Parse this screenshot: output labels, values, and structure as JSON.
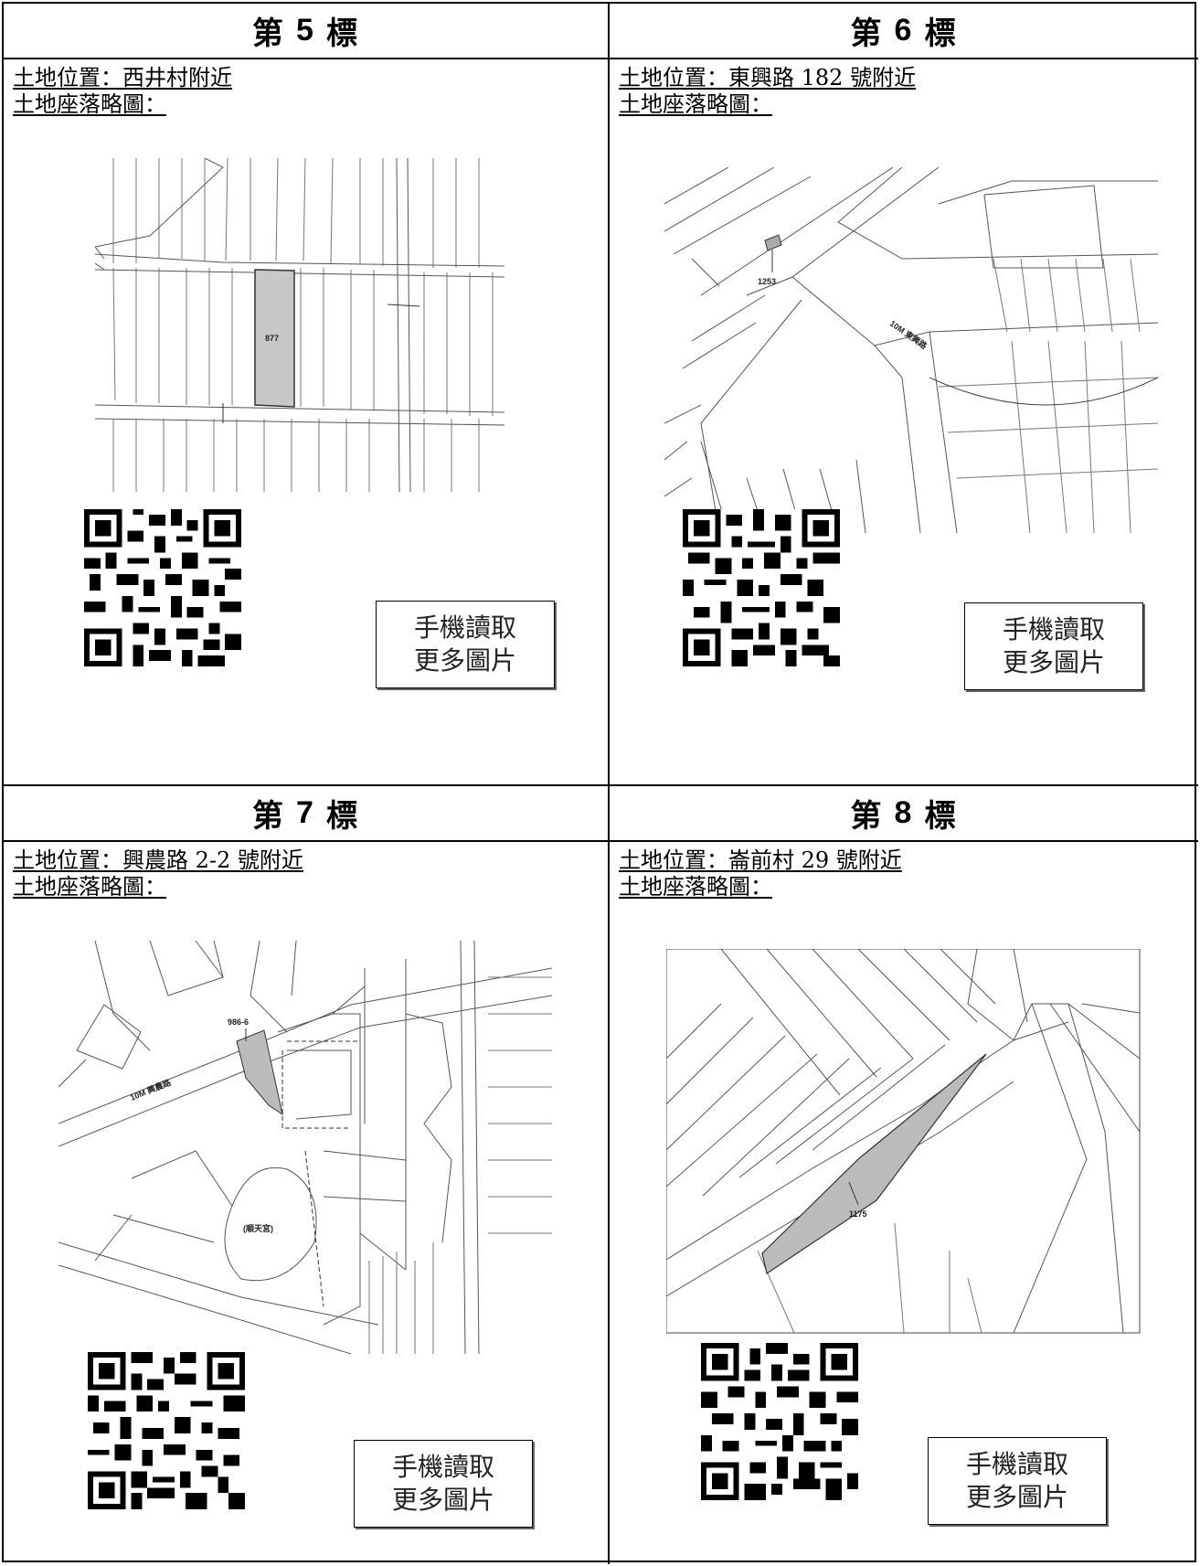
{
  "lots": [
    {
      "title_prefix": "第",
      "number": "5",
      "title_suffix": "標",
      "location": "土地位置：西井村附近",
      "sketch_label": "土地座落略圖：",
      "parcel": "877",
      "qr_caption_line1": "手機讀取",
      "qr_caption_line2": "更多圖片"
    },
    {
      "title_prefix": "第",
      "number": "6",
      "title_suffix": "標",
      "location": "土地位置：東興路 182 號附近",
      "sketch_label": "土地座落略圖：",
      "parcel": "1253",
      "road": "10M 東興路",
      "qr_caption_line1": "手機讀取",
      "qr_caption_line2": "更多圖片"
    },
    {
      "title_prefix": "第",
      "number": "7",
      "title_suffix": "標",
      "location": "土地位置：興農路 2-2 號附近",
      "sketch_label": "土地座落略圖：",
      "parcel": "986-6",
      "road": "10M 興農路",
      "temple": "(順天宮)",
      "qr_caption_line1": "手機讀取",
      "qr_caption_line2": "更多圖片"
    },
    {
      "title_prefix": "第",
      "number": "8",
      "title_suffix": "標",
      "location": "土地位置：崙前村 29 號附近",
      "sketch_label": "土地座落略圖：",
      "parcel": "1175",
      "qr_caption_line1": "手機讀取",
      "qr_caption_line2": "更多圖片"
    }
  ]
}
